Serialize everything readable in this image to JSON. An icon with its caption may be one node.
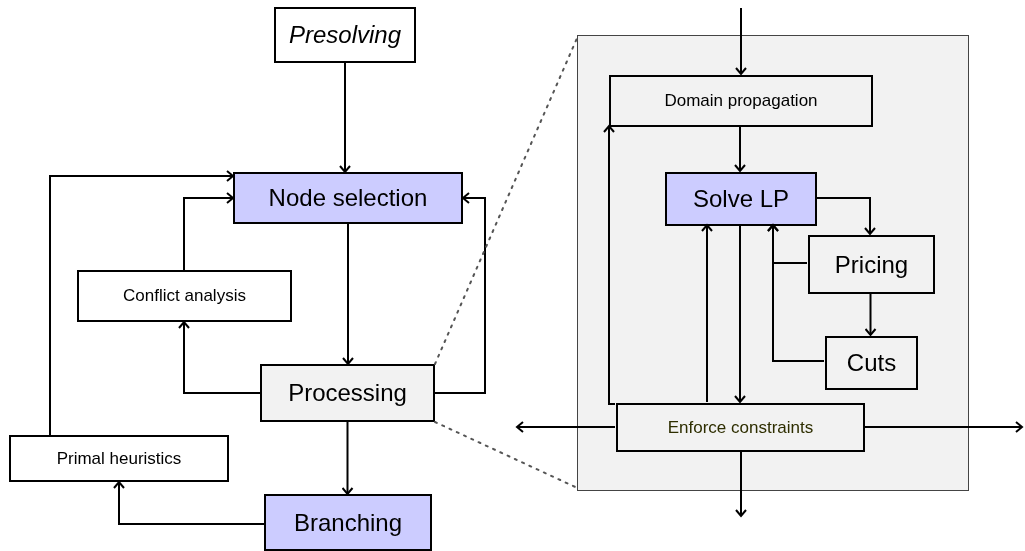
{
  "diagram": {
    "nodes": [
      {
        "text": [
          "Presolving"
        ]
      },
      {
        "text": [
          "Node selection"
        ]
      },
      {
        "text": [
          "Conflict analysis"
        ]
      },
      {
        "text": [
          "Processing"
        ]
      },
      {
        "text": [
          "Primal heuristics"
        ]
      },
      {
        "text": [
          "Branching"
        ]
      },
      {
        "text": [],
        "shape": "box"
      },
      {
        "text": [
          "Domain propagation"
        ],
        "in": 6
      },
      {
        "text": [
          "Solve LP"
        ],
        "in": 6
      },
      {
        "text": [
          "Pricing"
        ],
        "in": 6
      },
      {
        "text": [
          "Cuts"
        ],
        "in": 6
      },
      {
        "text": [
          "Enforce constraints"
        ],
        "in": 6
      }
    ],
    "edges": [
      {
        "from": 0,
        "to": 1,
        "arrow": "to"
      },
      {
        "from": 1,
        "to": 3,
        "arrow": "to"
      },
      {
        "from": 3,
        "to": 2,
        "arrow": "to"
      },
      {
        "from": 2,
        "to": 1,
        "arrow": "to"
      },
      {
        "from": 3,
        "to": 1,
        "arrow": "to"
      },
      {
        "from": 3,
        "to": 5,
        "arrow": "to"
      },
      {
        "from": 5,
        "to": 4,
        "arrow": "to"
      },
      {
        "from": 4,
        "to": 1,
        "arrow": "to"
      },
      {
        "from": 3,
        "to": 6,
        "arrow": "none",
        "style": "dashed"
      },
      {
        "from": 3,
        "to": 6,
        "arrow": "none",
        "style": "dashed"
      },
      {
        "from": null,
        "to": 7,
        "arrow": "to"
      },
      {
        "from": 7,
        "to": 8,
        "arrow": "to"
      },
      {
        "from": 8,
        "to": 9,
        "arrow": "to"
      },
      {
        "from": 9,
        "to": 10,
        "arrow": "to"
      },
      {
        "from": 9,
        "to": 8,
        "arrow": "to"
      },
      {
        "from": 10,
        "to": 8,
        "arrow": "to"
      },
      {
        "from": 8,
        "to": 11,
        "arrow": "to"
      },
      {
        "from": 11,
        "to": 8,
        "arrow": "to"
      },
      {
        "from": 11,
        "to": 7,
        "arrow": "to"
      },
      {
        "from": 11,
        "to": null,
        "arrow": "to"
      },
      {
        "from": 11,
        "to": null,
        "arrow": "to"
      },
      {
        "from": 11,
        "to": null,
        "arrow": "to"
      }
    ]
  }
}
